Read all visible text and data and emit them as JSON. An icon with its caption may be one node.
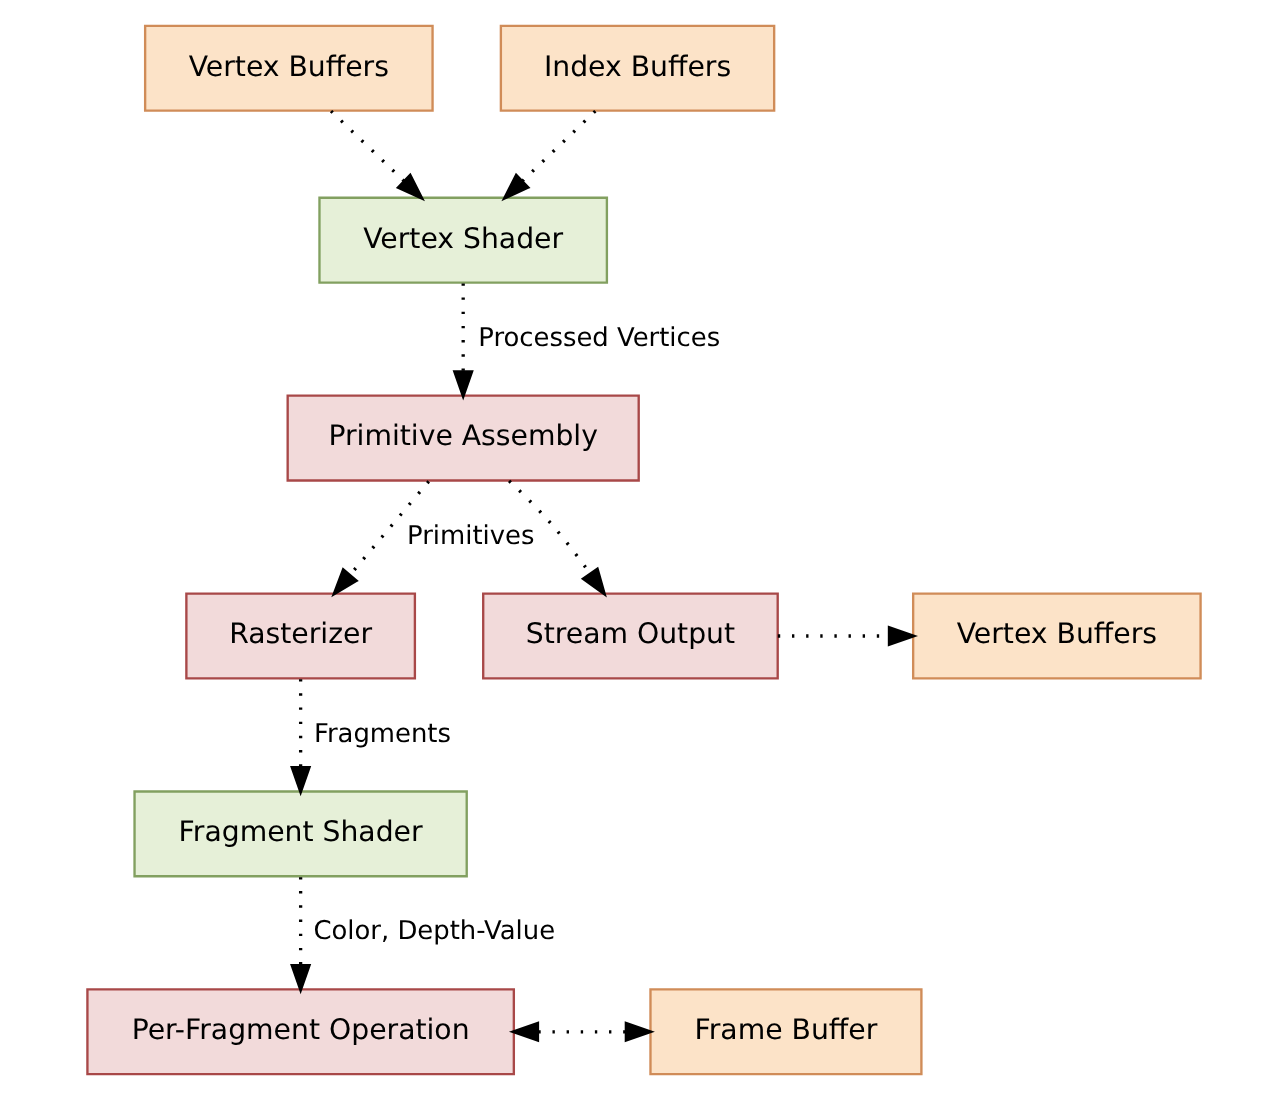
{
  "diagram": {
    "nodes": [
      {
        "text": [
          "Vertex Shader"
        ]
      },
      {
        "text": [
          "Vertex Buffers"
        ]
      },
      {
        "text": [
          "Index Buffers"
        ]
      },
      {
        "text": [
          "Primitive Assembly"
        ]
      },
      {
        "text": [
          "Rasterizer"
        ]
      },
      {
        "text": [
          "Stream Output"
        ]
      },
      {
        "text": [
          "Vertex Buffers"
        ]
      },
      {
        "text": [
          "Fragment Shader"
        ]
      },
      {
        "text": [
          "Per-Fragment Operation"
        ]
      },
      {
        "text": [
          "Frame Buffer"
        ]
      }
    ],
    "edges": [
      {
        "from": 1,
        "to": 0,
        "arrow": "to"
      },
      {
        "from": 2,
        "to": 0,
        "arrow": "to"
      },
      {
        "from": 0,
        "to": 3,
        "arrow": "to",
        "label": "Processed Vertices"
      },
      {
        "from": 3,
        "to": 4,
        "arrow": "to",
        "label": "Primitives"
      },
      {
        "from": 3,
        "to": 5,
        "arrow": "to"
      },
      {
        "from": 5,
        "to": 6,
        "arrow": "to"
      },
      {
        "from": 4,
        "to": 7,
        "arrow": "to",
        "label": "Fragments"
      },
      {
        "from": 7,
        "to": 8,
        "arrow": "to",
        "label": "Color, Depth-Value"
      },
      {
        "from": 8,
        "to": 9,
        "arrow": "both"
      }
    ]
  }
}
